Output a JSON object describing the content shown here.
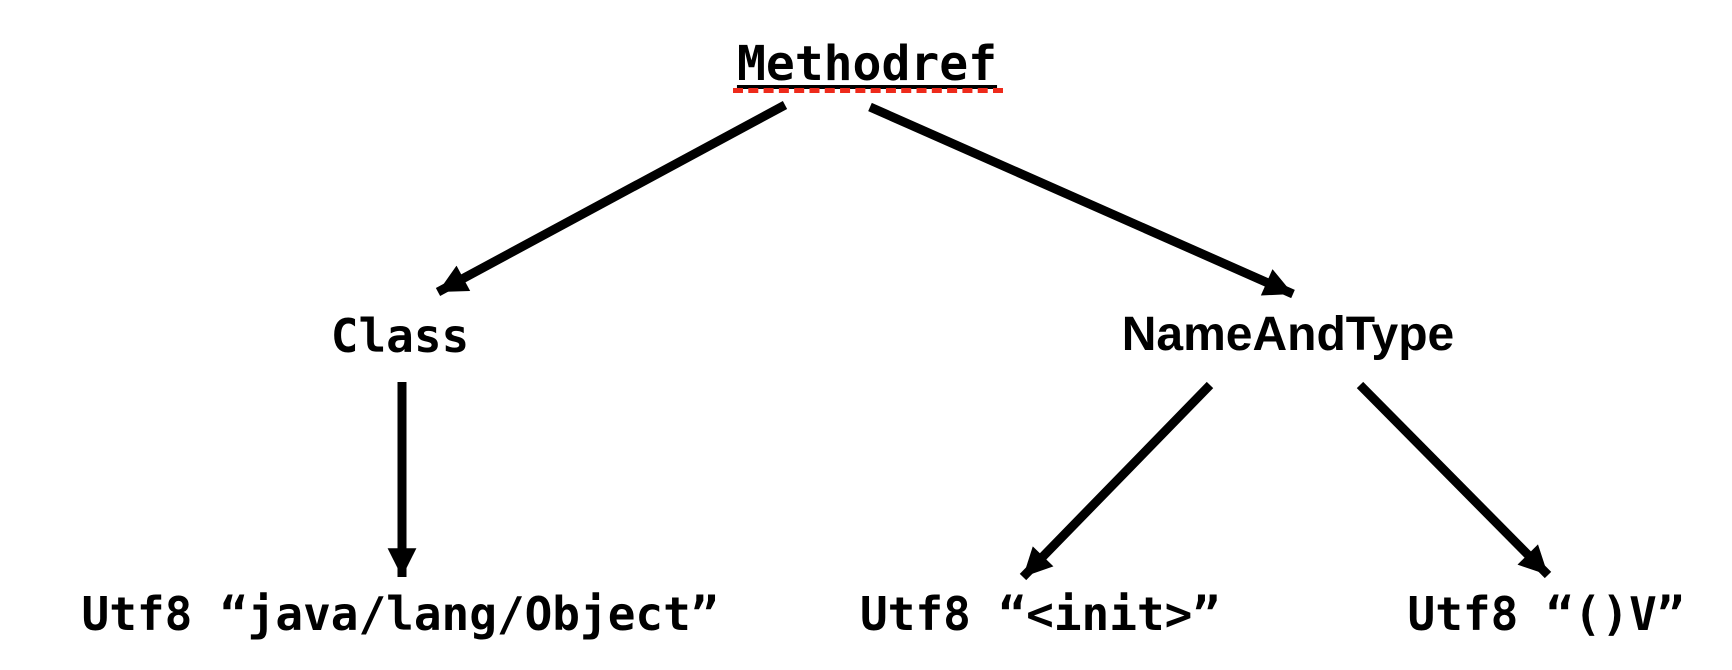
{
  "colors": {
    "background": "#ffffff",
    "text": "#000000",
    "arrow": "#000000",
    "spellcheck_underline": "#ee2a1b"
  },
  "diagram": {
    "type": "tree",
    "nodes": {
      "methodref": {
        "label": "Methodref",
        "decoration": "black solid underline + red dashed spellcheck underline"
      },
      "class": {
        "label": "Class"
      },
      "name_and_type": {
        "label": "NameAndType"
      },
      "utf8_object": {
        "label": "Utf8 “java/lang/Object”"
      },
      "utf8_init": {
        "label": "Utf8 “<init>”"
      },
      "utf8_void": {
        "label": "Utf8 “()V”"
      }
    },
    "edges": [
      {
        "from": "methodref",
        "to": "class"
      },
      {
        "from": "methodref",
        "to": "name_and_type"
      },
      {
        "from": "class",
        "to": "utf8_object"
      },
      {
        "from": "name_and_type",
        "to": "utf8_init"
      },
      {
        "from": "name_and_type",
        "to": "utf8_void"
      }
    ]
  }
}
